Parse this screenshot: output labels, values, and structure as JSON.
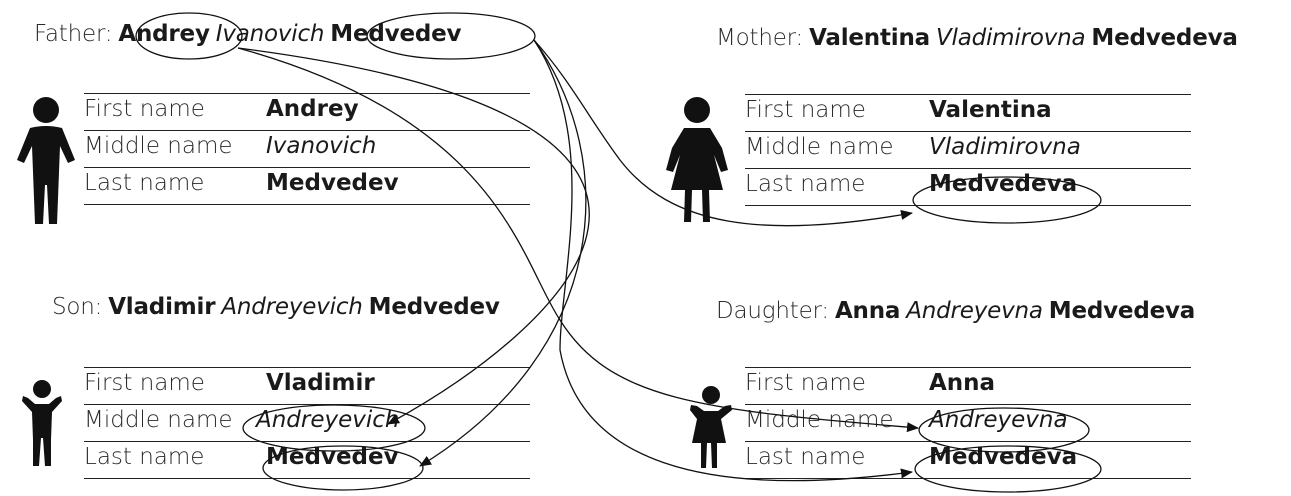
{
  "father": {
    "label": "Father:",
    "first": "Andrey",
    "middle": "Ivanovich",
    "last": "Medvedev",
    "rows": [
      {
        "key": "First name",
        "value": "Andrey"
      },
      {
        "key": "Middle name",
        "value": "Ivanovich"
      },
      {
        "key": "Last name",
        "value": "Medvedev"
      }
    ]
  },
  "mother": {
    "label": "Mother:",
    "first": "Valentina",
    "middle": "Vladimirovna",
    "last": "Medvedeva",
    "rows": [
      {
        "key": "First name",
        "value": "Valentina"
      },
      {
        "key": "Middle name",
        "value": "Vladimirovna"
      },
      {
        "key": "Last name",
        "value": "Medvedeva"
      }
    ]
  },
  "son": {
    "label": "Son:",
    "first": "Vladimir",
    "middle": "Andreyevich",
    "last": "Medvedev",
    "rows": [
      {
        "key": "First name",
        "value": "Vladimir"
      },
      {
        "key": "Middle name",
        "value": "Andreyevich"
      },
      {
        "key": "Last name",
        "value": "Medvedev"
      }
    ]
  },
  "daughter": {
    "label": "Daughter:",
    "first": "Anna",
    "middle": "Andreyevna",
    "last": "Medvedeva",
    "rows": [
      {
        "key": "First name",
        "value": "Anna"
      },
      {
        "key": "Middle name",
        "value": "Andreyevna"
      },
      {
        "key": "Last name",
        "value": "Medvedeva"
      }
    ]
  },
  "colors": {
    "ink": "#1a1a1a",
    "figure": "#111111"
  },
  "icons": {
    "father": "man-figure-icon",
    "mother": "woman-figure-icon",
    "son": "boy-figure-icon",
    "daughter": "girl-figure-icon"
  }
}
